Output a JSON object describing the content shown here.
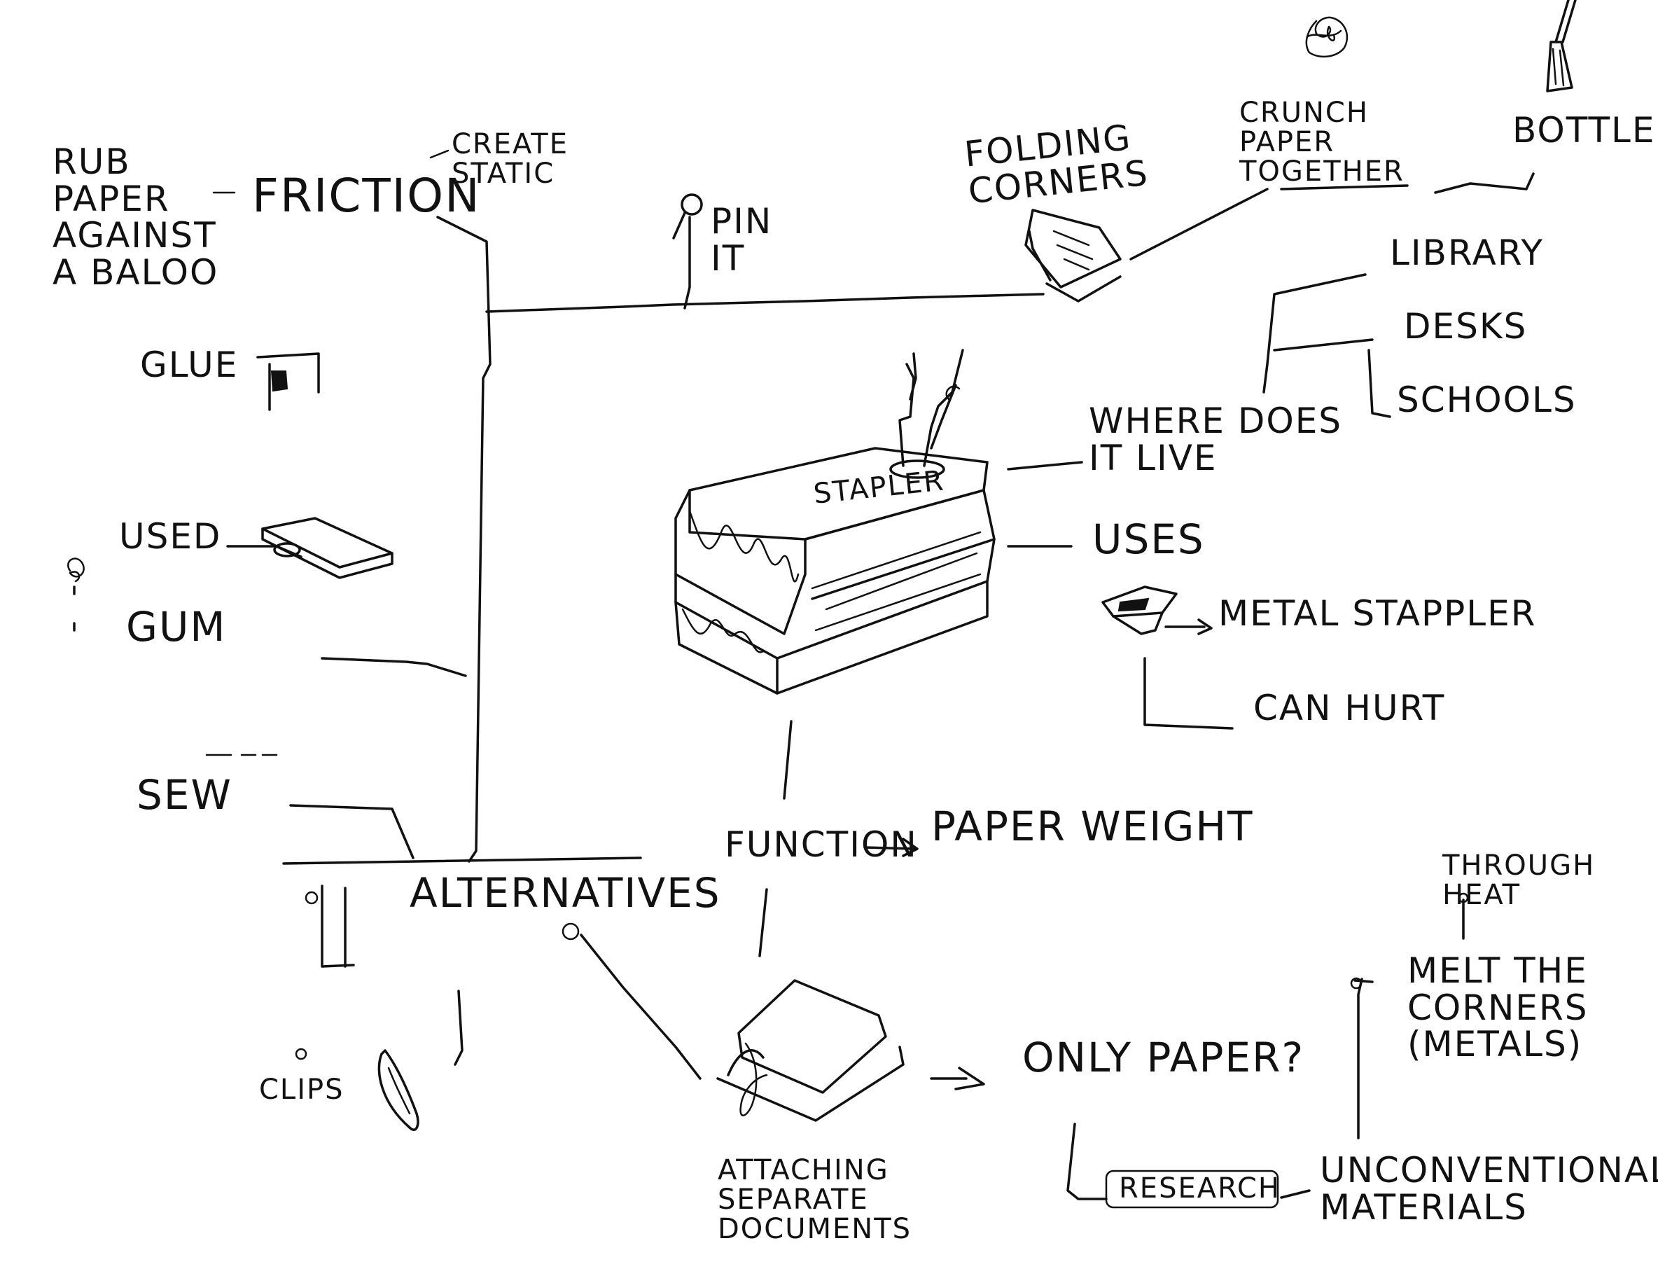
{
  "notes": {
    "rub_paper": "RUB\nPAPER\nAGAINST\nA BALOO",
    "friction": "FRICTION",
    "create_static": "CREATE\nSTATIC",
    "pin_it": "PIN\nIT",
    "folding_corners": "FOLDING\nCORNERS",
    "crunch_paper": "CRUNCH\nPAPER\nTOGETHER",
    "bottle": "BOTTLE",
    "glue": "GLUE",
    "used": "USED",
    "gum": "GUM",
    "sew": "SEW",
    "library": "LIBRARY",
    "desks": "DESKS",
    "schools": "SCHOOLS",
    "where_does_it_live": "WHERE DOES\nIT LIVE",
    "stapler": "STAPLER",
    "uses": "USES",
    "metal_stapler": "METAL STAPPLER",
    "can_hurt": "CAN HURT",
    "function": "FUNCTION",
    "paper_weight": "PAPER WEIGHT",
    "alternatives": "ALTERNATIVES",
    "clips": "CLIPS",
    "attaching": "ATTACHING\nSEPARATE\nDOCUMENTS",
    "only_paper": "ONLY PAPER?",
    "research": "RESEARCH",
    "unconventional": "UNCONVENTIONAL\nMATERIALS",
    "through_heat": "THROUGH\nHEAT",
    "melt_corners": "MELT THE\nCORNERS\n(METALS)"
  },
  "colors": {
    "ink": "#111111",
    "paper": "#ffffff"
  },
  "icons": [
    "pin-icon",
    "folded-paper-icon",
    "crumpled-paper-icon",
    "bottle-icon",
    "glue-icon",
    "usb-icon",
    "gum-icon",
    "paperclip-icon",
    "stapler-icon",
    "small-stapler-icon",
    "papers-icon"
  ]
}
